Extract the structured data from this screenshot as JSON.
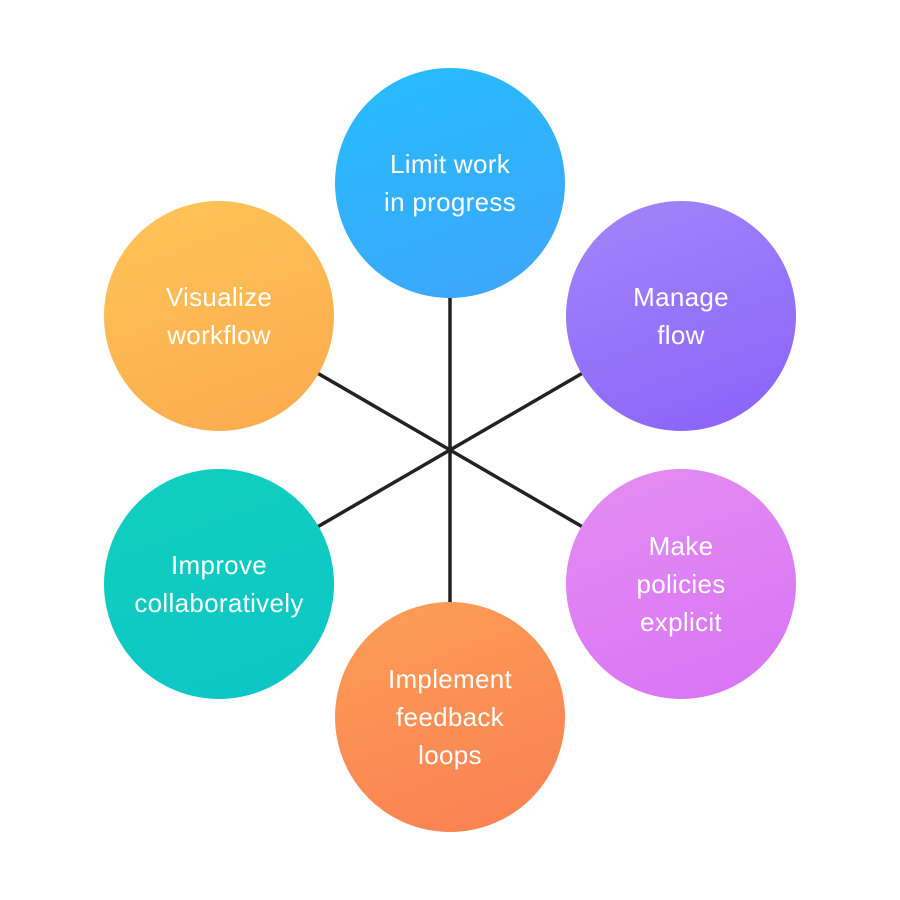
{
  "diagram": {
    "type": "hub-and-spoke",
    "background_color": "#ffffff",
    "connector_color": "#222222",
    "connector_width": 3.5,
    "text_color": "#ffffff",
    "nodes": [
      {
        "id": "limit-work-in-progress",
        "label": "Limit work\nin progress",
        "position": "top",
        "gradient_from": "#25bdfc",
        "gradient_to": "#3fa5fa"
      },
      {
        "id": "manage-flow",
        "label": "Manage\nflow",
        "position": "upper-right",
        "gradient_from": "#a286fb",
        "gradient_to": "#8a62f8"
      },
      {
        "id": "make-policies-explicit",
        "label": "Make\npolicies\nexplicit",
        "position": "lower-right",
        "gradient_from": "#e38ef2",
        "gradient_to": "#d973f5"
      },
      {
        "id": "implement-feedback-loops",
        "label": "Implement\nfeedback\nloops",
        "position": "bottom",
        "gradient_from": "#fc9e56",
        "gradient_to": "#fa7f52"
      },
      {
        "id": "improve-collaboratively",
        "label": "Improve\ncollaboratively",
        "position": "lower-left",
        "gradient_from": "#11d0bd",
        "gradient_to": "#0cc5c6"
      },
      {
        "id": "visualize-workflow",
        "label": "Visualize\nworkflow",
        "position": "upper-left",
        "gradient_from": "#ffc557",
        "gradient_to": "#fbaa4e"
      }
    ]
  }
}
